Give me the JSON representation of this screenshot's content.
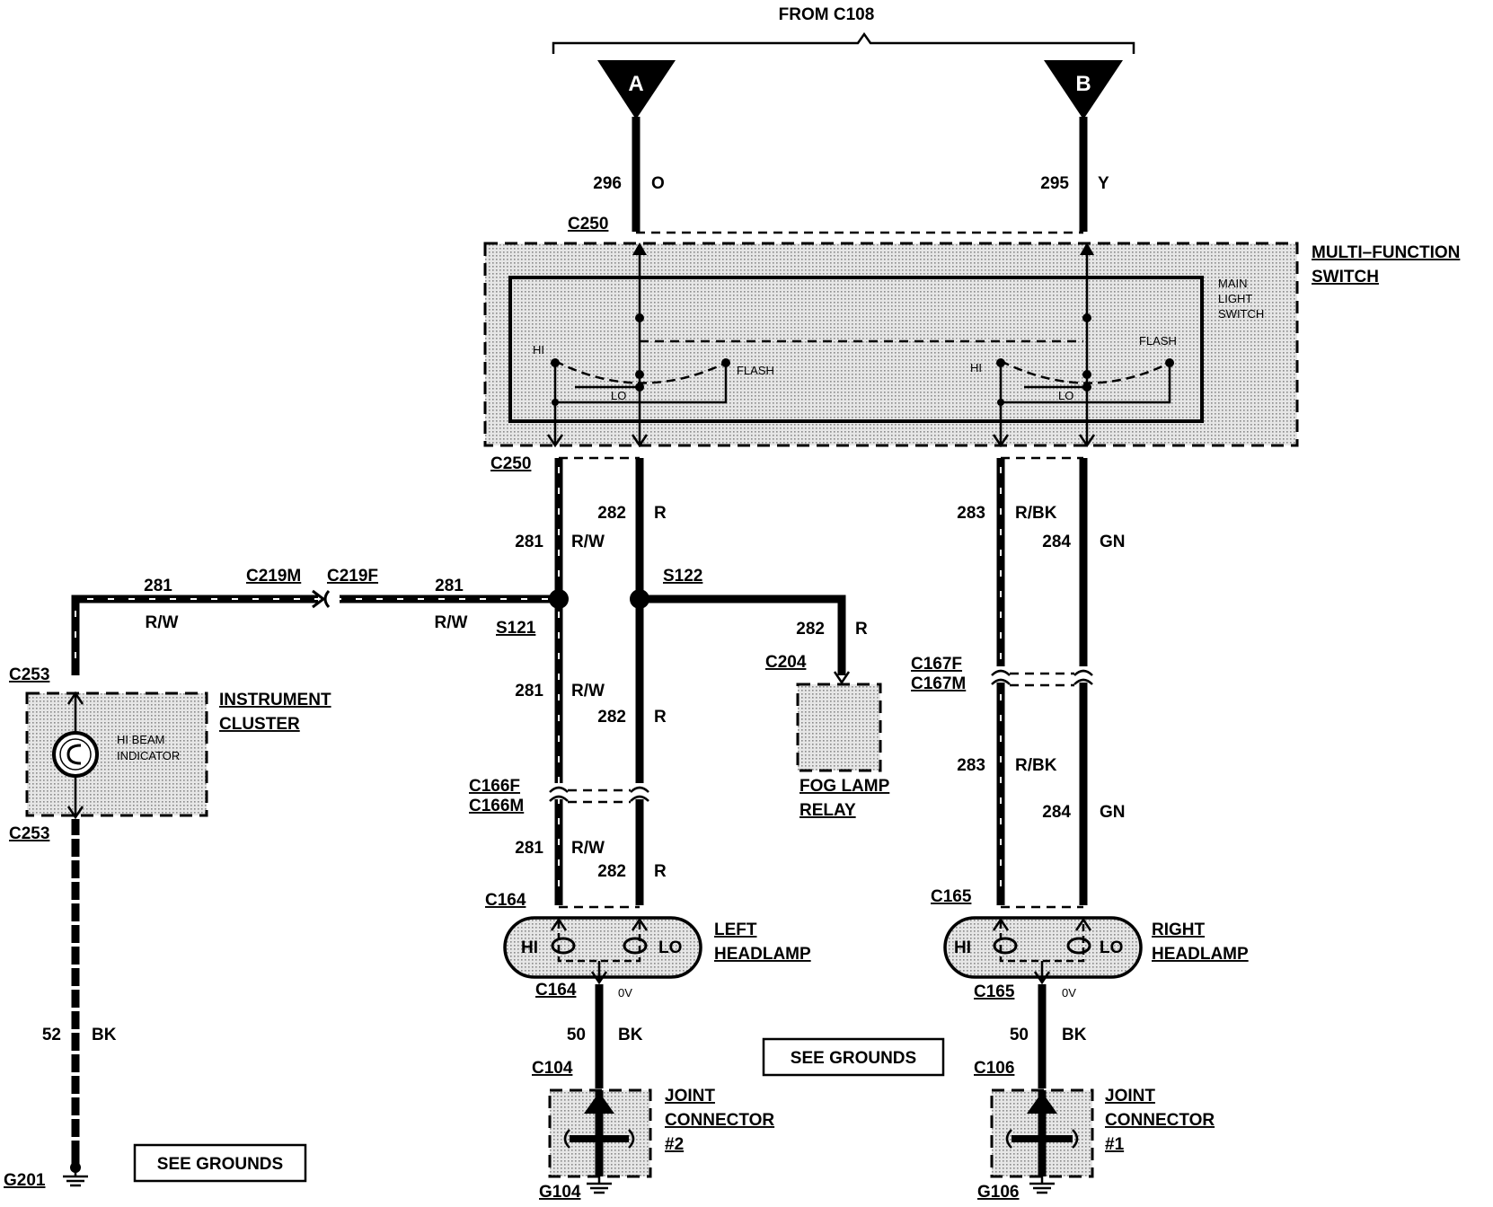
{
  "labels": {
    "from_c108": "FROM C108",
    "conn_a": "A",
    "conn_b": "B",
    "multi_function_switch_1": "MULTI–FUNCTION",
    "multi_function_switch_2": "SWITCH",
    "main_light_switch_1": "MAIN",
    "main_light_switch_2": "LIGHT",
    "main_light_switch_3": "SWITCH",
    "hi": "HI",
    "lo": "LO",
    "flash": "FLASH",
    "c250_top": "C250",
    "c250_bottom": "C250",
    "c219m": "C219M",
    "c219f": "C219F",
    "s121": "S121",
    "s122": "S122",
    "c204": "C204",
    "fog_lamp_relay_1": "FOG LAMP",
    "fog_lamp_relay_2": "RELAY",
    "c253_top": "C253",
    "c253_bottom": "C253",
    "instrument_cluster_1": "INSTRUMENT",
    "instrument_cluster_2": "CLUSTER",
    "hi_beam_indicator_1": "HI BEAM",
    "hi_beam_indicator_2": "INDICATOR",
    "c166f": "C166F",
    "c166m": "C166M",
    "c167f": "C167F",
    "c167m": "C167M",
    "c164_top": "C164",
    "c164_bottom": "C164",
    "c165_top": "C165",
    "c165_bottom": "C165",
    "left_headlamp_1": "LEFT",
    "left_headlamp_2": "HEADLAMP",
    "right_headlamp_1": "RIGHT",
    "right_headlamp_2": "HEADLAMP",
    "zero_v": "0V",
    "c104": "C104",
    "c106": "C106",
    "joint_connector_1": "JOINT",
    "joint_connector_2": "CONNECTOR",
    "joint_connector_num_2": "#2",
    "joint_connector_num_1": "#1",
    "g104": "G104",
    "g106": "G106",
    "g201": "G201",
    "see_grounds": "SEE GROUNDS"
  },
  "wires": {
    "w296": {
      "circuit": "296",
      "color": "O"
    },
    "w295": {
      "circuit": "295",
      "color": "Y"
    },
    "w281": {
      "circuit": "281",
      "color": "R/W"
    },
    "w282": {
      "circuit": "282",
      "color": "R"
    },
    "w283": {
      "circuit": "283",
      "color": "R/BK"
    },
    "w284": {
      "circuit": "284",
      "color": "GN"
    },
    "w50": {
      "circuit": "50",
      "color": "BK"
    },
    "w52": {
      "circuit": "52",
      "color": "BK"
    }
  }
}
